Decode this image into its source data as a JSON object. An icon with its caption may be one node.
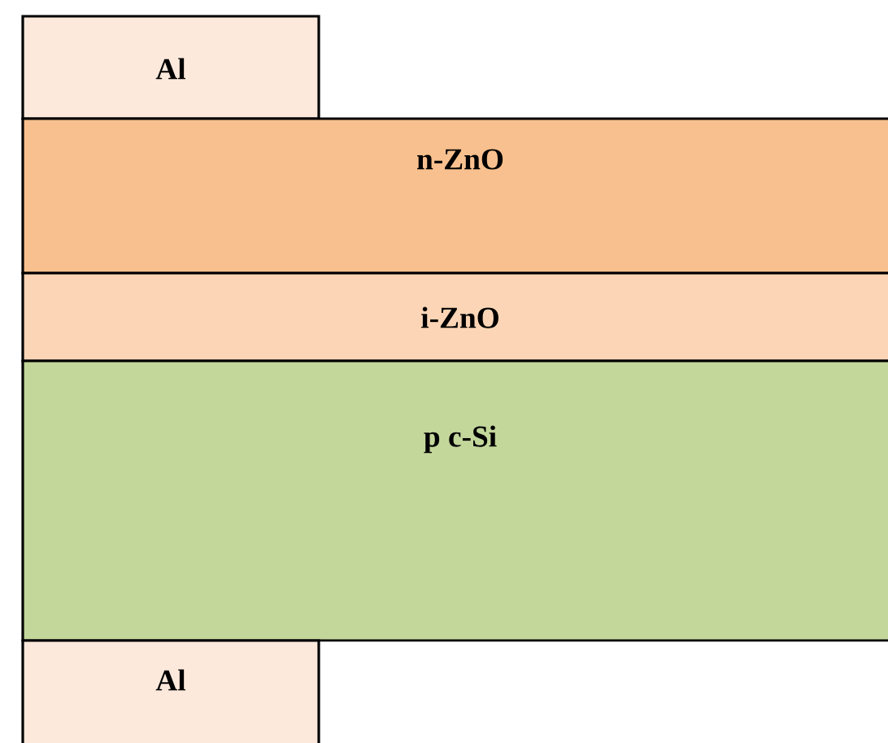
{
  "diagram": {
    "nodes": [
      {
        "text": [
          "Al"
        ]
      },
      {
        "text": [
          "n-ZnO"
        ]
      },
      {
        "text": [
          "i-ZnO"
        ]
      },
      {
        "text": [
          "p c-Si"
        ]
      },
      {
        "text": [
          "Al"
        ]
      }
    ]
  }
}
